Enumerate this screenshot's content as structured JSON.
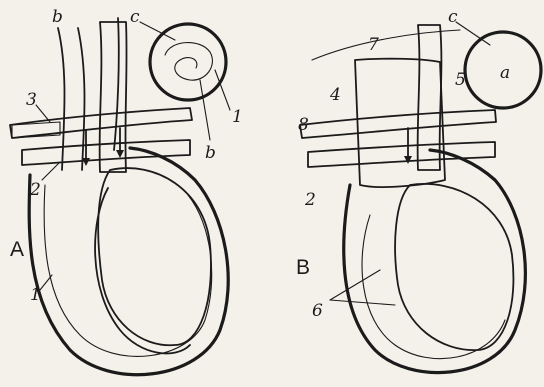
{
  "figure": {
    "panels": [
      {
        "id": "A",
        "label": "A"
      },
      {
        "id": "B",
        "label": "B"
      }
    ],
    "labels_A": {
      "c": "c",
      "b_top": "b",
      "b_inset": "b",
      "n1_inset": "1",
      "n3": "3",
      "n2": "2",
      "n1": "1"
    },
    "labels_B": {
      "c": "c",
      "n7": "7",
      "n4": "4",
      "n5": "5",
      "n8": "8",
      "n2": "2",
      "n6": "6",
      "dot": "a"
    }
  }
}
